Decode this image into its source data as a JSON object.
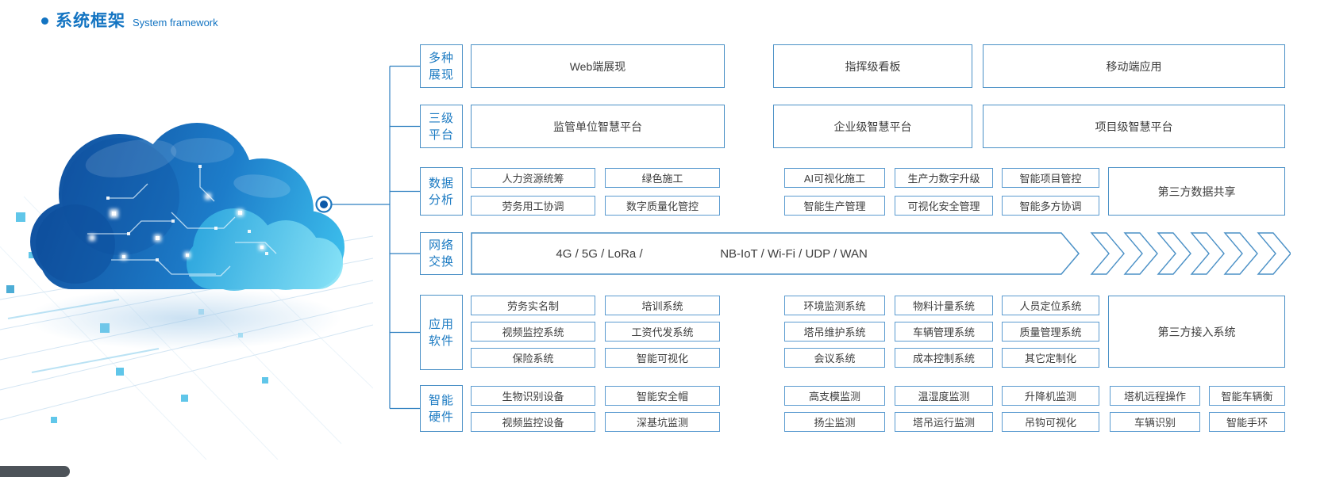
{
  "header": {
    "title_cn": "系统框架",
    "title_en": "System framework"
  },
  "colors": {
    "accent_blue": "#1374c2",
    "label_blue": "#1b7ac2",
    "box_border": "#4a90c6",
    "box_text": "#3d3d3d",
    "cloud_dark": "#11519f",
    "cloud_light": "#3ec2ee"
  },
  "framework": {
    "display": {
      "label": [
        "多种",
        "展现"
      ],
      "boxes": [
        "Web端展现",
        "指挥级看板",
        "移动端应用"
      ]
    },
    "platform": {
      "label": [
        "三级",
        "平台"
      ],
      "boxes": [
        "监管单位智慧平台",
        "企业级智慧平台",
        "项目级智慧平台"
      ]
    },
    "data_analysis": {
      "label": [
        "数据",
        "分析"
      ],
      "cells": [
        [
          "人力资源统筹",
          "绿色施工",
          "AI可视化施工",
          "生产力数字升级",
          "智能项目管控"
        ],
        [
          "劳务用工协调",
          "数字质量化管控",
          "智能生产管理",
          "可视化安全管理",
          "智能多方协调"
        ]
      ],
      "shared": "第三方数据共享"
    },
    "network": {
      "label": [
        "网络",
        "交换"
      ],
      "left_text": "4G / 5G / LoRa /",
      "right_text": "NB-IoT / Wi-Fi / UDP / WAN",
      "chevrons": 6
    },
    "applications": {
      "label": [
        "应用",
        "软件"
      ],
      "cells": [
        [
          "劳务实名制",
          "培训系统",
          "环境监测系统",
          "物料计量系统",
          "人员定位系统"
        ],
        [
          "视频监控系统",
          "工资代发系统",
          "塔吊维护系统",
          "车辆管理系统",
          "质量管理系统"
        ],
        [
          "保险系统",
          "智能可视化",
          "会议系统",
          "成本控制系统",
          "其它定制化"
        ]
      ],
      "shared": "第三方接入系统"
    },
    "hardware": {
      "label": [
        "智能",
        "硬件"
      ],
      "cells": [
        [
          "生物识别设备",
          "智能安全帽",
          "高支模监测",
          "温湿度监测",
          "升降机监测",
          "塔机远程操作",
          "智能车辆衡"
        ],
        [
          "视频监控设备",
          "深基坑监测",
          "扬尘监测",
          "塔吊运行监测",
          "吊钩可视化",
          "车辆识别",
          "智能手环"
        ]
      ]
    }
  }
}
